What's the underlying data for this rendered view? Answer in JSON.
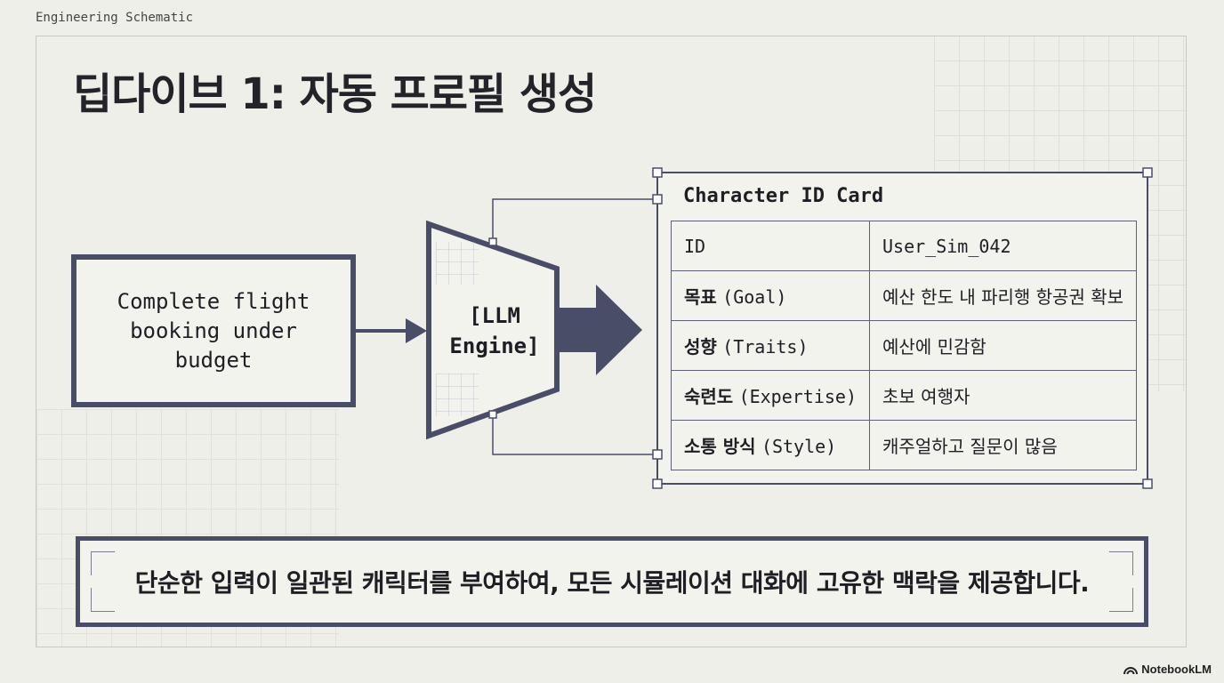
{
  "eyebrow": "Engineering Schematic",
  "title": "딥다이브 1: 자동 프로필 생성",
  "input": {
    "text": "Complete flight booking under budget"
  },
  "engine": {
    "line1": "[LLM",
    "line2": "Engine]"
  },
  "card": {
    "title": "Character ID Card",
    "rows": [
      {
        "key_ko": "ID",
        "key_en": "",
        "value": "User_Sim_042"
      },
      {
        "key_ko": "목표",
        "key_en": "(Goal)",
        "value": "예산 한도 내 파리행 항공권 확보"
      },
      {
        "key_ko": "성향",
        "key_en": "(Traits)",
        "value": "예산에 민감함"
      },
      {
        "key_ko": "숙련도",
        "key_en": "(Expertise)",
        "value": "초보 여행자"
      },
      {
        "key_ko": "소통 방식",
        "key_en": "(Style)",
        "value": "캐주얼하고 질문이 많음"
      }
    ]
  },
  "banner": "단순한 입력이 일관된 캐릭터를 부여하여, 모든 시뮬레이션 대화에 고유한 맥락을 제공합니다.",
  "brand": "NotebookLM",
  "colors": {
    "ink": "#4a4d68",
    "background": "#efefe9"
  }
}
